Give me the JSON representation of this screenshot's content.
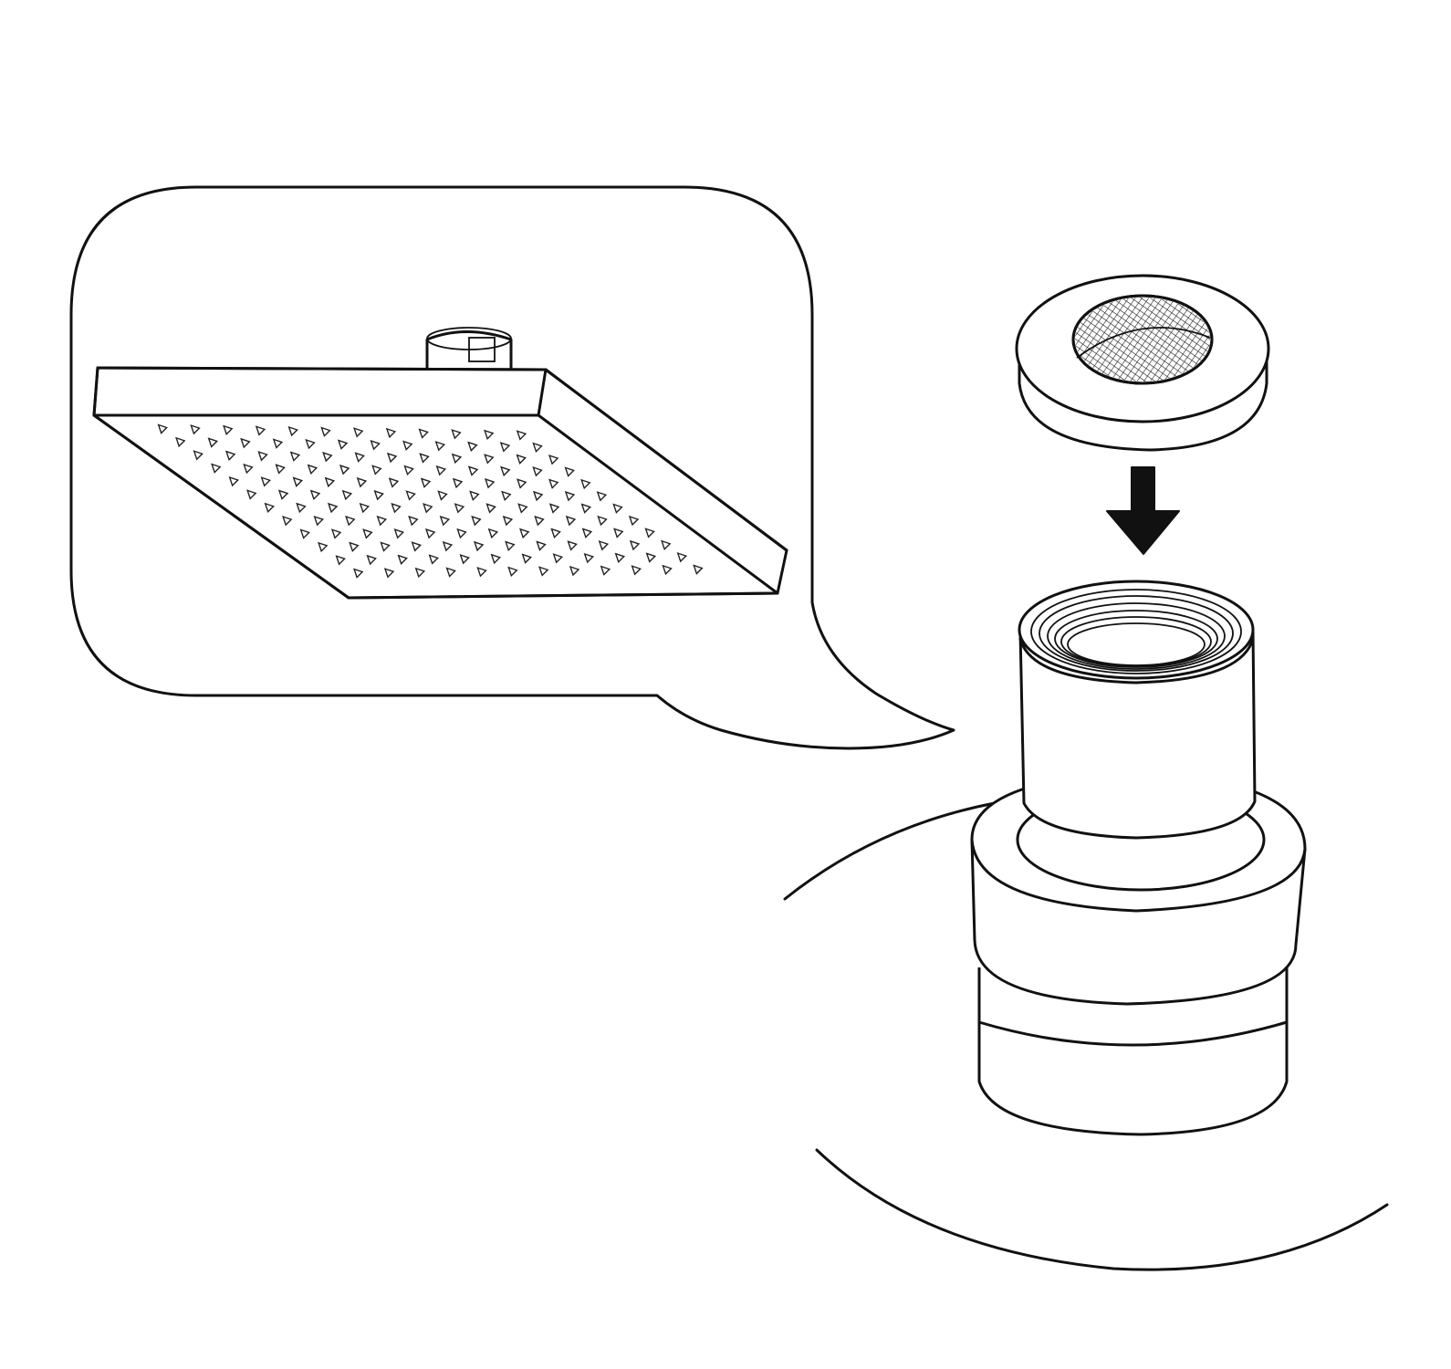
{
  "diagram": {
    "stroke_color": "#111111",
    "background_color": "#ffffff",
    "figures": {
      "callout": "speech-bubble",
      "shower_head": "square-rain-shower-head-icon",
      "filter_washer": "mesh-filter-washer-icon",
      "direction_arrow": "arrow-down-icon",
      "connector": "threaded-shower-arm-connector-icon",
      "mount_surface": "wall-surface-outline"
    },
    "nozzle_grid": {
      "rows": 12,
      "columns": 12
    }
  }
}
